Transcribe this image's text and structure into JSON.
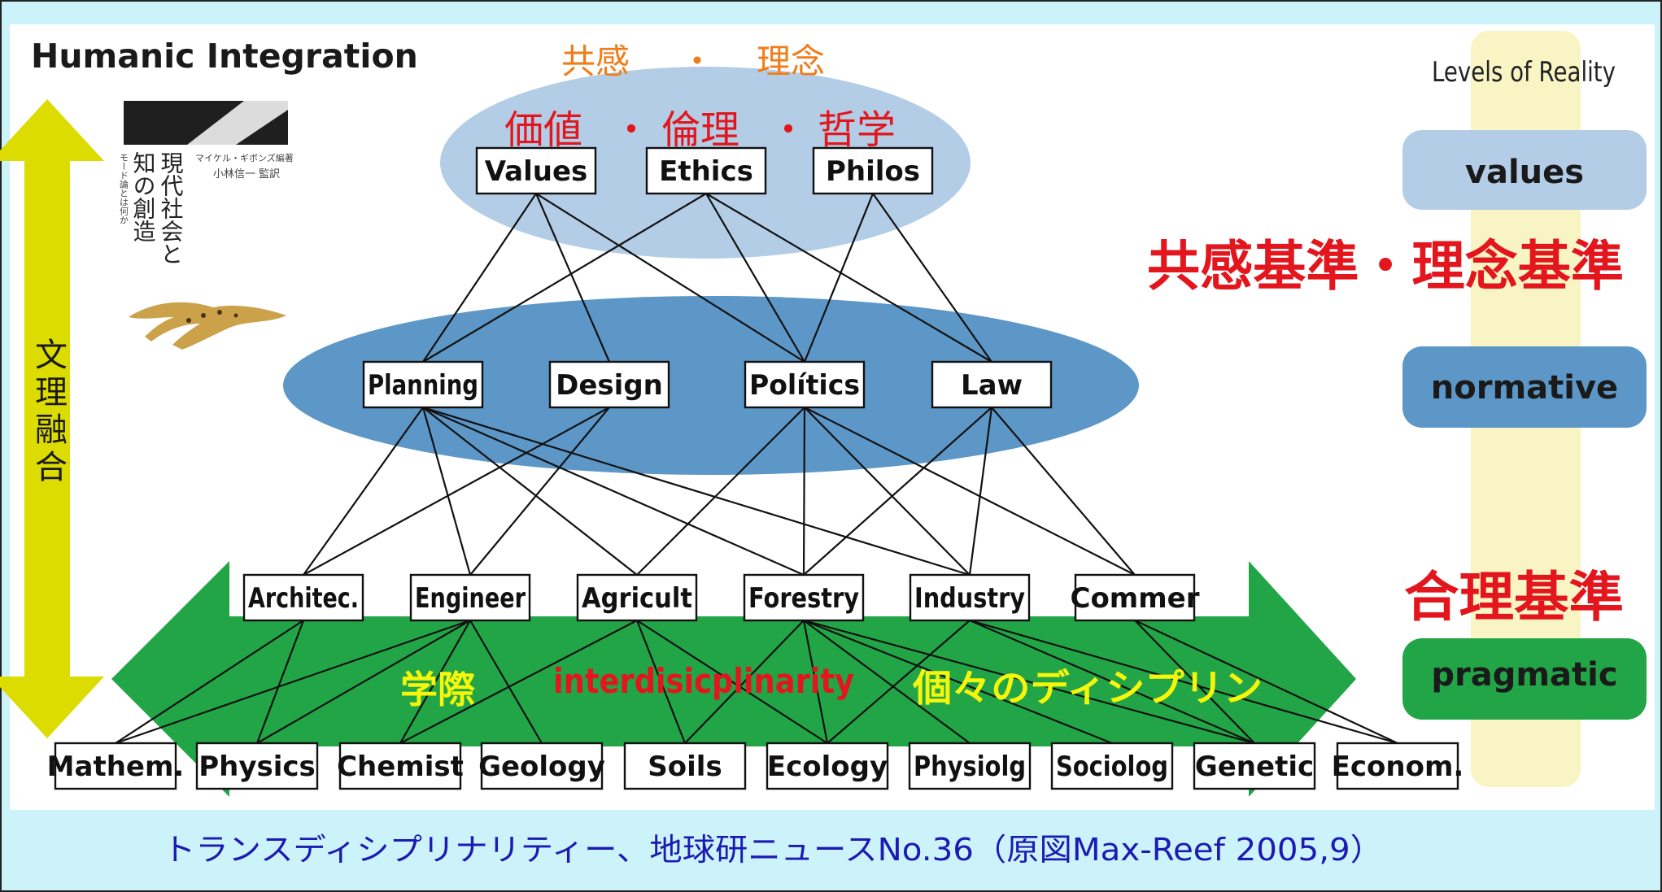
{
  "title": "Humanic Integration",
  "colors": {
    "frame_bg": "#ccf3f9",
    "top_ellipse": "#b3cde6",
    "mid_ellipse": "#5d97c7",
    "green_arrow": "#22a546",
    "yellow_arrow": "#dcdc00",
    "yellow_band": "#f8f4c4",
    "orange_text": "#f07d19",
    "red_text": "#e3161d",
    "yellow_text": "#f6f60b",
    "caption_text": "#1b1bb3"
  },
  "header_jp": {
    "orange": [
      "共感",
      "・",
      "理念"
    ],
    "red": [
      "価値",
      "・",
      "倫理",
      "・",
      "哲学"
    ]
  },
  "side_arrow_label": "文理融合",
  "book": {
    "title_lines": [
      "現代社会と",
      "知の創造"
    ],
    "subtitle": "モード論とは何か",
    "authors": "マイケル・ギボンズ編著",
    "translator": "小林信一 監訳"
  },
  "levels": {
    "heading": "Levels of Reality",
    "values": "values",
    "normative": "normative",
    "pragmatic": "pragmatic",
    "standard_empathy": "共感基準・理念基準",
    "standard_rational": "合理基準"
  },
  "band_labels": {
    "left": "学際",
    "middle": "interdisicplinarity",
    "right": "個々のディシプリン"
  },
  "nodes": {
    "values": [
      "Values",
      "Ethics",
      "Philos"
    ],
    "normative": [
      "Planning",
      "Design",
      "Polítics",
      "Law"
    ],
    "pragmatic": [
      "Architec.",
      "Engineer",
      "Agricult",
      "Forestry",
      "Industry",
      "Commer"
    ],
    "empirical": [
      "Mathem.",
      "Physics",
      "Chemist",
      "Geology",
      "Soils",
      "Ecology",
      "Physiolg",
      "Sociolog",
      "Genetic",
      "Econom."
    ]
  },
  "caption": "トランスディシプリナリティー、地球研ニュースNo.36（原図Max-Reef 2005,9）"
}
